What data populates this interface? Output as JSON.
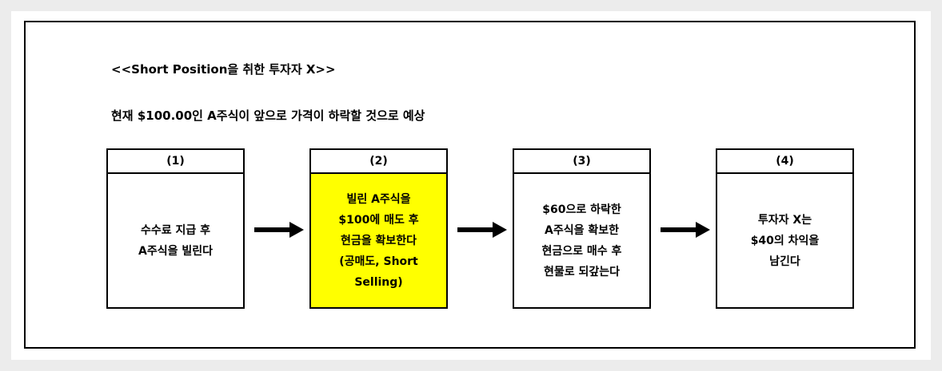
{
  "title": "<<Short Position을 취한 투자자 X>>",
  "subtitle": "현재 $100.00인 A주식이 앞으로 가격이 하락할 것으로 예상",
  "colors": {
    "highlight": "#ffff00",
    "border": "#000000"
  },
  "steps": [
    {
      "label": "(1)",
      "lines": [
        "수수료 지급 후",
        "A주식을 빌린다"
      ]
    },
    {
      "label": "(2)",
      "lines": [
        "빌린 A주식을",
        "$100에 매도 후",
        "현금을 확보한다",
        "(공매도, Short",
        "Selling)"
      ]
    },
    {
      "label": "(3)",
      "lines": [
        "$60으로 하락한",
        "A주식을 확보한",
        "현금으로 매수 후",
        "현물로 되갚는다"
      ]
    },
    {
      "label": "(4)",
      "lines": [
        "투자자 X는",
        "$40의 차익을",
        "남긴다"
      ]
    }
  ]
}
